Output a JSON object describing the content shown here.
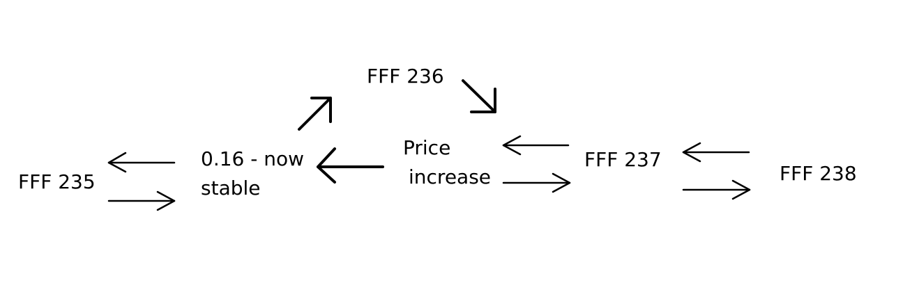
{
  "nodes": {
    "fff235": "FFF 235",
    "stable_line1": "0.16 - now",
    "stable_line2": "stable",
    "fff236": "FFF 236",
    "price_line1": "Price",
    "price_line2": "increase",
    "fff237": "FFF 237",
    "fff238": "FFF 238"
  },
  "colors": {
    "ink": "#000000",
    "background": "#ffffff"
  }
}
